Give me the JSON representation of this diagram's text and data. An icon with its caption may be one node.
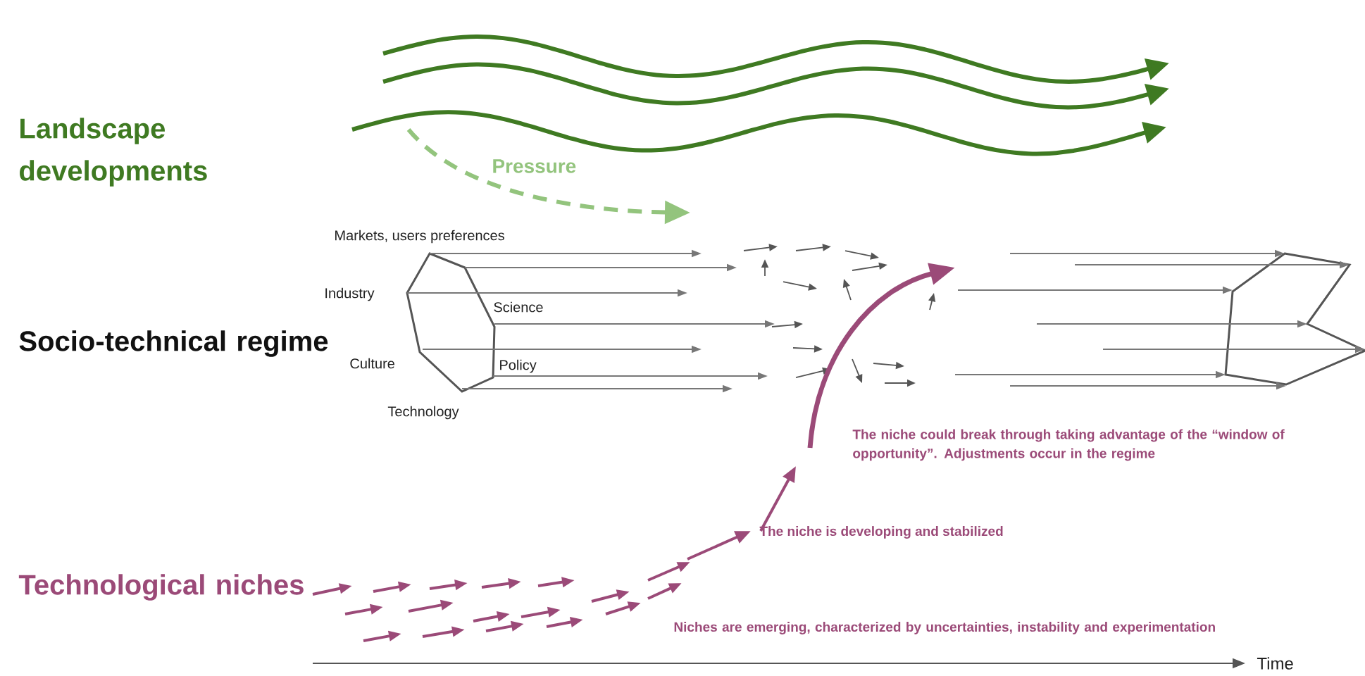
{
  "diagram": {
    "labels": [
      "Landscape developments",
      "Pressure",
      "Markets, users preferences",
      "Industry",
      "Science",
      "Socio-technical regime",
      "Culture",
      "Policy",
      "Technology",
      "The niche could break through taking advantage of the “window of opportunity”. Adjustments occur in the regime",
      "The niche is developing and stabilized",
      "Technological niches",
      "Niches are emerging, characterized by uncertainties, instability and experimentation",
      "Time"
    ]
  }
}
